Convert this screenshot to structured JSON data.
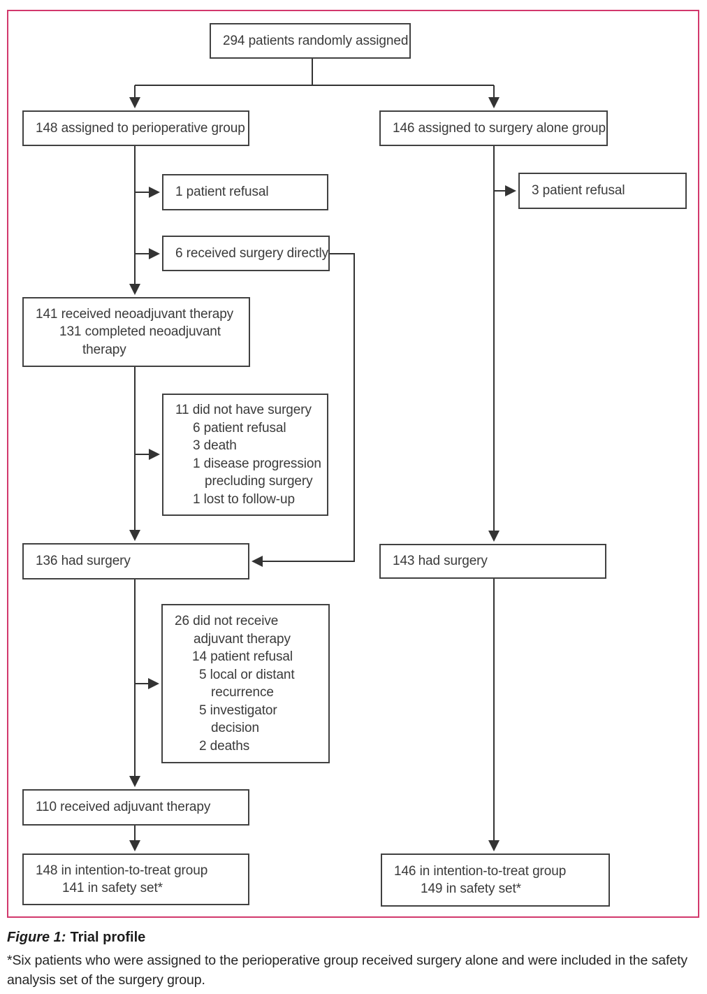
{
  "colors": {
    "frame": "#d2386c",
    "line": "#333333",
    "box_border": "#414141",
    "text": "#3a3a3a"
  },
  "boxes": {
    "randomized": {
      "lines": [
        "294 patients randomly assigned"
      ]
    },
    "perioperative": {
      "lines": [
        "148 assigned to perioperative group"
      ]
    },
    "surgery_alone": {
      "lines": [
        "146 assigned to surgery alone group"
      ]
    },
    "refusal_1": {
      "lines": [
        "1 patient refusal"
      ]
    },
    "refusal_3": {
      "lines": [
        "3 patient refusal"
      ]
    },
    "direct_surgery_6": {
      "lines": [
        "6 received surgery directly"
      ]
    },
    "neoadjuvant": {
      "lines": [
        "141 received neoadjuvant therapy",
        "131 completed neoadjuvant",
        "therapy"
      ]
    },
    "no_surgery_11": {
      "lines": [
        "11 did not have surgery",
        "6 patient refusal",
        "3 death",
        "1 disease progression",
        "precluding surgery",
        "1 lost to follow-up"
      ]
    },
    "had_surgery_136": {
      "lines": [
        "136 had surgery"
      ]
    },
    "had_surgery_143": {
      "lines": [
        "143 had surgery"
      ]
    },
    "no_adjuvant_26": {
      "lines": [
        "26 did not receive",
        "adjuvant therapy",
        "14 patient refusal",
        "5 local or distant",
        "recurrence",
        "5 investigator",
        "decision",
        "2 deaths"
      ]
    },
    "adjuvant_110": {
      "lines": [
        "110 received adjuvant therapy"
      ]
    },
    "itt_148": {
      "lines": [
        "148 in intention-to-treat group",
        "141 in safety set*"
      ]
    },
    "itt_146": {
      "lines": [
        "146 in intention-to-treat group",
        "149 in safety set*"
      ]
    }
  },
  "caption": {
    "label": "Figure 1:",
    "title": "Trial profile"
  },
  "footnote": "*Six patients who were assigned to the perioperative group received surgery alone and were included in the safety analysis set of the surgery group."
}
